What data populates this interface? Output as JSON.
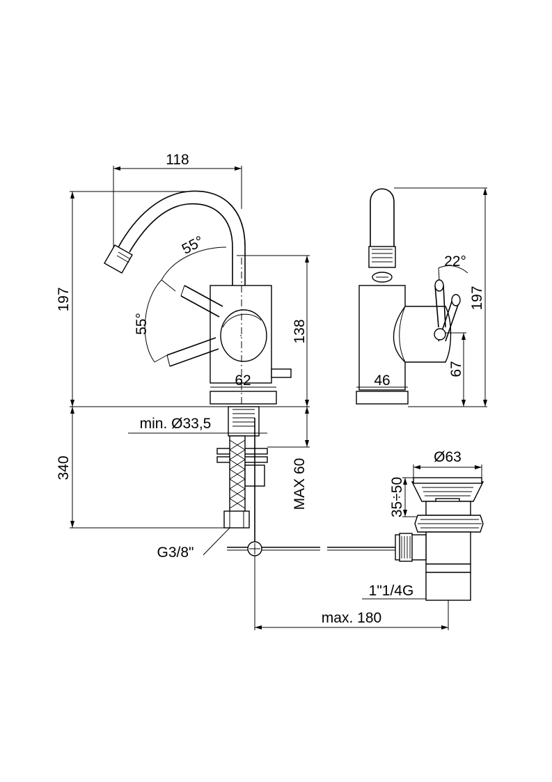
{
  "dimensions": {
    "spout_reach": "118",
    "total_height_front": "197",
    "spout_angle": "55°",
    "lever_angle": "55°",
    "body_height": "138",
    "base_width_front": "62",
    "supply_hole": "min. Ø33,5",
    "below_counter": "340",
    "max_thickness": "MAX 60",
    "supply_thread": "G3/8\"",
    "lever_tilt": "22°",
    "total_height_side": "197",
    "base_width_side": "46",
    "lever_height": "67",
    "waste_diameter": "Ø63",
    "waste_range": "35÷50",
    "waste_thread": "1\"1/4G",
    "rod_length": "max. 180"
  }
}
